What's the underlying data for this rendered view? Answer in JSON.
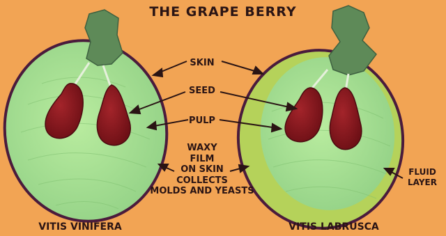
{
  "title": "THE GRAPE BERRY",
  "labels": {
    "skin": "SKIN",
    "seed": "SEED",
    "pulp": "PULP",
    "waxy_film": [
      "WAXY",
      "FILM",
      "ON SKIN",
      "COLLECTS",
      "MOLDS AND YEASTS"
    ],
    "fluid_layer": [
      "FLUID",
      "LAYER"
    ]
  },
  "captions": {
    "left": "VITIS VINIFERA",
    "right": "VITIS LABRUSCA"
  },
  "colors": {
    "background": "#f2a454",
    "skin_outline": "#4a1b3c",
    "pulp": "#aee49a",
    "fluid_layer": "#b5d25a",
    "seed": "#8e1a22",
    "stem": "#5e8a58",
    "text": "#2a1414"
  }
}
